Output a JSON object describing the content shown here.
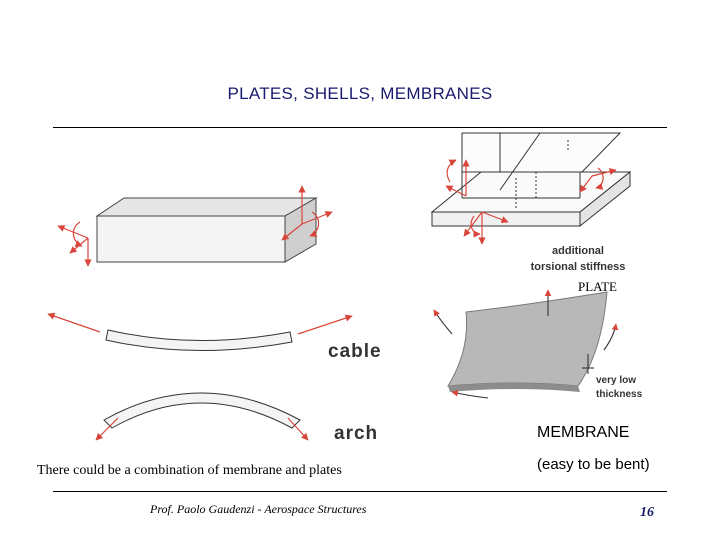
{
  "slide": {
    "title": "PLATES, SHELLS, MEMBRANES",
    "labels": {
      "additional_line1": "additional",
      "additional_line2": "torsional stiffness",
      "plate": "PLATE",
      "cable": "cable",
      "arch": "arch",
      "very_low_line1": "very low",
      "very_low_line2": "thickness",
      "membrane": "MEMBRANE",
      "membrane_note": "(easy to be bent)",
      "combination": "There could be a combination of membrane and plates"
    },
    "footer": {
      "author": "Prof. Paolo Gaudenzi  -  Aerospace Structures",
      "page_number": "16"
    }
  },
  "colors": {
    "title": "#1a1a6e",
    "arrow": "#d9453b",
    "membrane_fill": "#b8b8b8",
    "membrane_edge": "#7a7a7a"
  }
}
